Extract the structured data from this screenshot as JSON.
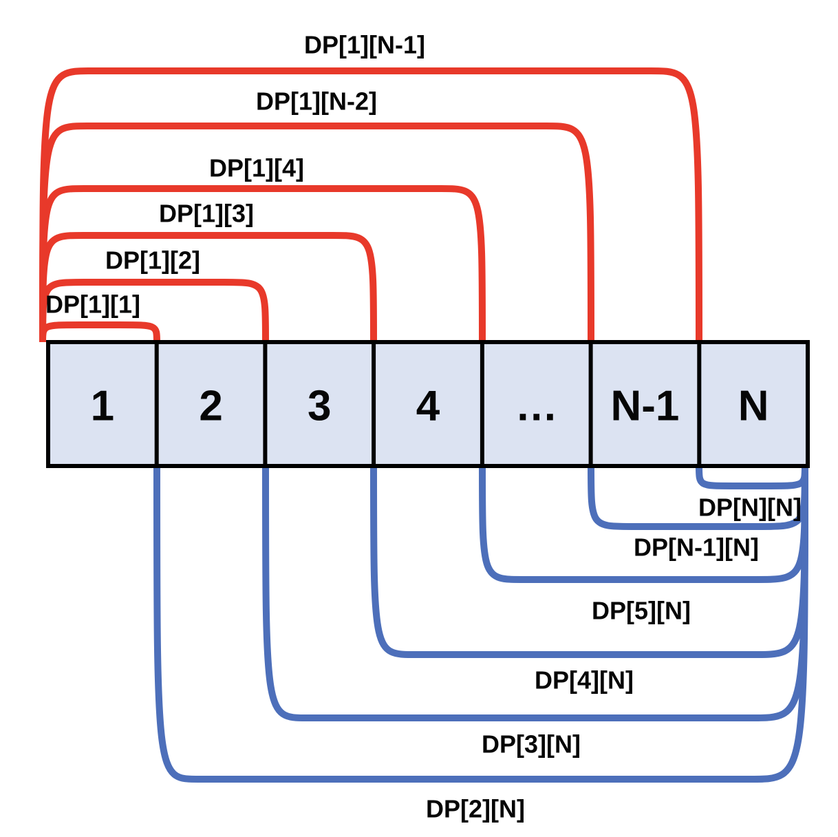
{
  "colors": {
    "red": "#e8392a",
    "blue": "#4d6fba",
    "box_fill": "#dce3f2",
    "box_border": "#000000"
  },
  "array_row": {
    "cells": [
      {
        "label": "1"
      },
      {
        "label": "2"
      },
      {
        "label": "3"
      },
      {
        "label": "4"
      },
      {
        "label": "…"
      },
      {
        "label": "N-1"
      },
      {
        "label": "N"
      }
    ]
  },
  "top_arcs": [
    {
      "label": "DP[1][1]"
    },
    {
      "label": "DP[1][2]"
    },
    {
      "label": "DP[1][3]"
    },
    {
      "label": "DP[1][4]"
    },
    {
      "label": "DP[1][N-2]"
    },
    {
      "label": "DP[1][N-1]"
    }
  ],
  "bottom_arcs": [
    {
      "label": "DP[2][N]"
    },
    {
      "label": "DP[3][N]"
    },
    {
      "label": "DP[4][N]"
    },
    {
      "label": "DP[5][N]"
    },
    {
      "label": "DP[N-1][N]"
    },
    {
      "label": "DP[N][N]"
    }
  ]
}
